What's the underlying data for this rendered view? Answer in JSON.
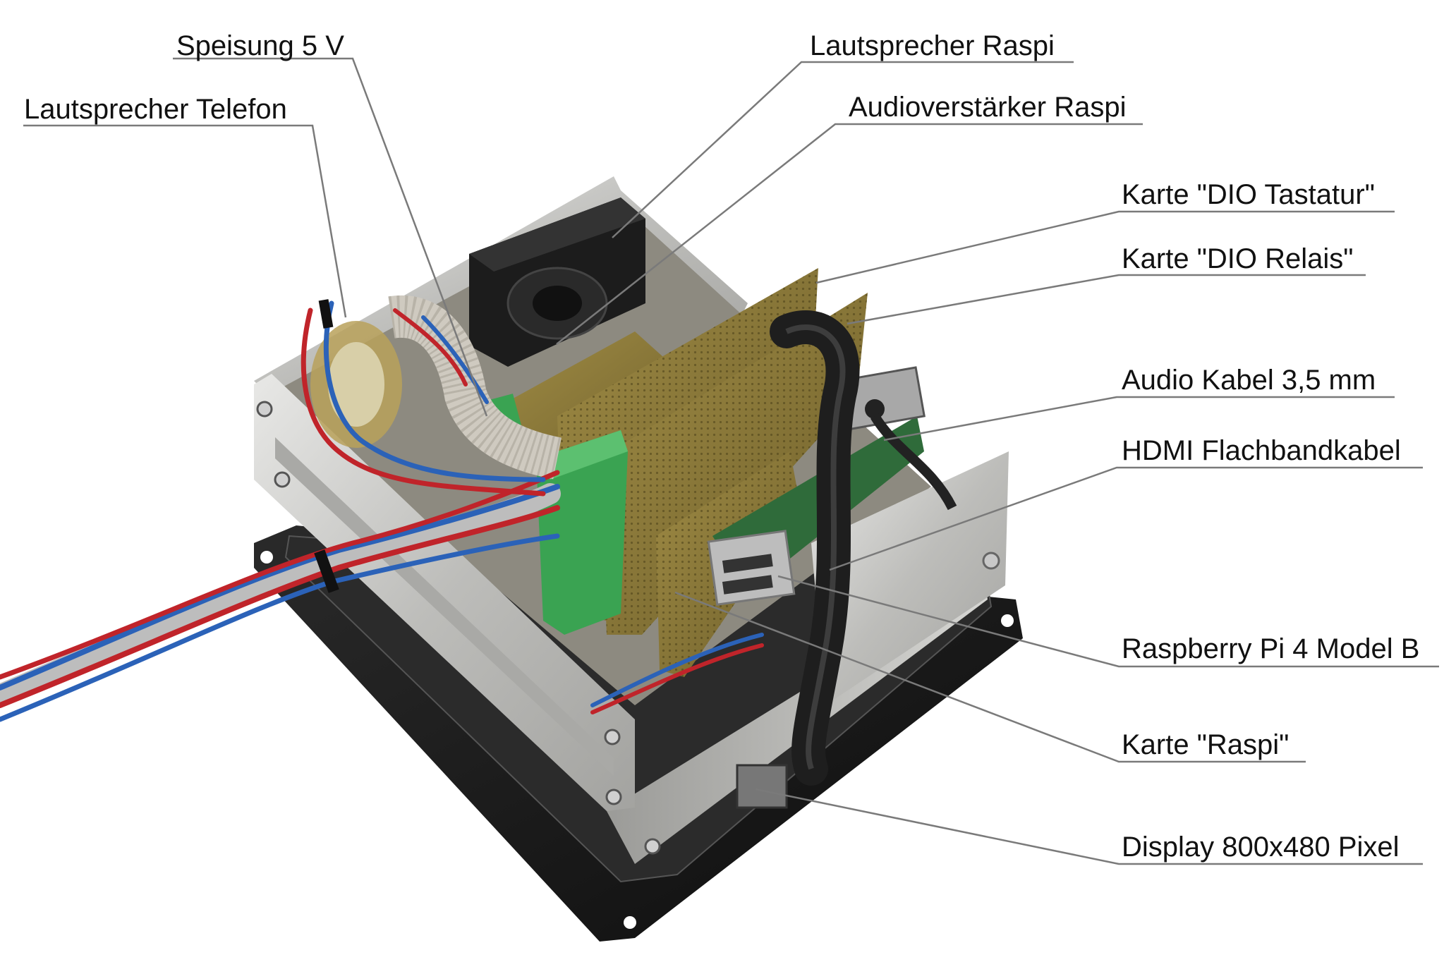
{
  "labels": {
    "speisung": "Speisung 5 V",
    "lautsprecher_telefon": "Lautsprecher Telefon",
    "lautsprecher_raspi": "Lautsprecher Raspi",
    "audioverstaerker_raspi": "Audioverstärker Raspi",
    "karte_dio_tastatur": "Karte \"DIO Tastatur\"",
    "karte_dio_relais": "Karte \"DIO Relais\"",
    "audio_kabel": "Audio Kabel 3,5 mm",
    "hdmi_flachbandkabel": "HDMI Flachbandkabel",
    "raspberry_pi": "Raspberry Pi 4 Model B",
    "karte_raspi": "Karte \"Raspi\"",
    "display": "Display 800x480 Pixel"
  },
  "colors": {
    "leader_line": "#7a7a7a",
    "label_text": "#111111",
    "base_plate": "#1a1a1a",
    "aluminium": "#c9c9c6",
    "pcb": "#8a7a3a",
    "terminal_green": "#3aa352",
    "wire_red": "#c0242a",
    "wire_blue": "#2b62b8",
    "ribbon_grey": "#cfcac0"
  }
}
